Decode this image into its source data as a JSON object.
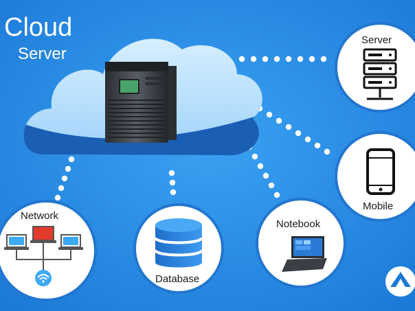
{
  "header": {
    "title": "Cloud",
    "subtitle": "Server"
  },
  "nodes": {
    "server": "Server",
    "mobile": "Mobile",
    "network": "Network",
    "database": "Database",
    "notebook": "Notebook"
  },
  "colors": {
    "background": "#2a8fe6",
    "cloud_light": "#bfe4ff",
    "cloud_dark": "#1a5fb4",
    "circle_border": "#2376cf",
    "tower": "#3a3f46",
    "screen_green": "#4aa36b",
    "laptop_red": "#e23b2e",
    "wifi": "#3fa9f5"
  }
}
